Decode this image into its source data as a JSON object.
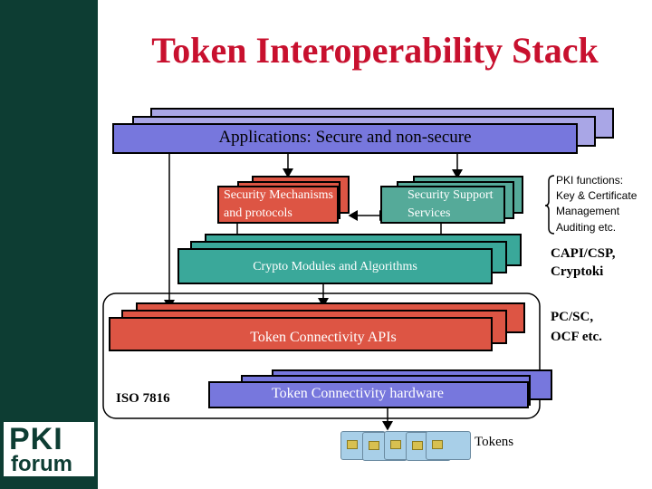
{
  "title": "Token Interoperability Stack",
  "applications_label": "Applications: Secure and non-secure",
  "security_mechanisms_label": [
    "Security Mechanisms",
    "and protocols"
  ],
  "security_support_label": [
    "Security Support",
    "Services"
  ],
  "crypto_modules_label": "Crypto Modules and Algorithms",
  "token_apis_label": "Token Connectivity APIs",
  "token_hardware_label": "Token Connectivity hardware",
  "iso_label": "ISO 7816",
  "tokens_label": "Tokens",
  "side_notes": {
    "pki_functions": [
      "PKI functions:",
      "Key & Certificate",
      "Management",
      "Auditing etc."
    ],
    "capi": [
      "CAPI/CSP,",
      "Cryptoki"
    ],
    "pcsc": [
      "PC/SC,",
      "OCF etc."
    ]
  },
  "logo": {
    "top": "PKI",
    "bottom": "forum"
  },
  "colors": {
    "sidebar": "#0d3d33",
    "title": "#c8102e",
    "applications": "#7777dd",
    "security": "#dd5544",
    "support": "#55aa99",
    "crypto": "#3aa89a"
  }
}
